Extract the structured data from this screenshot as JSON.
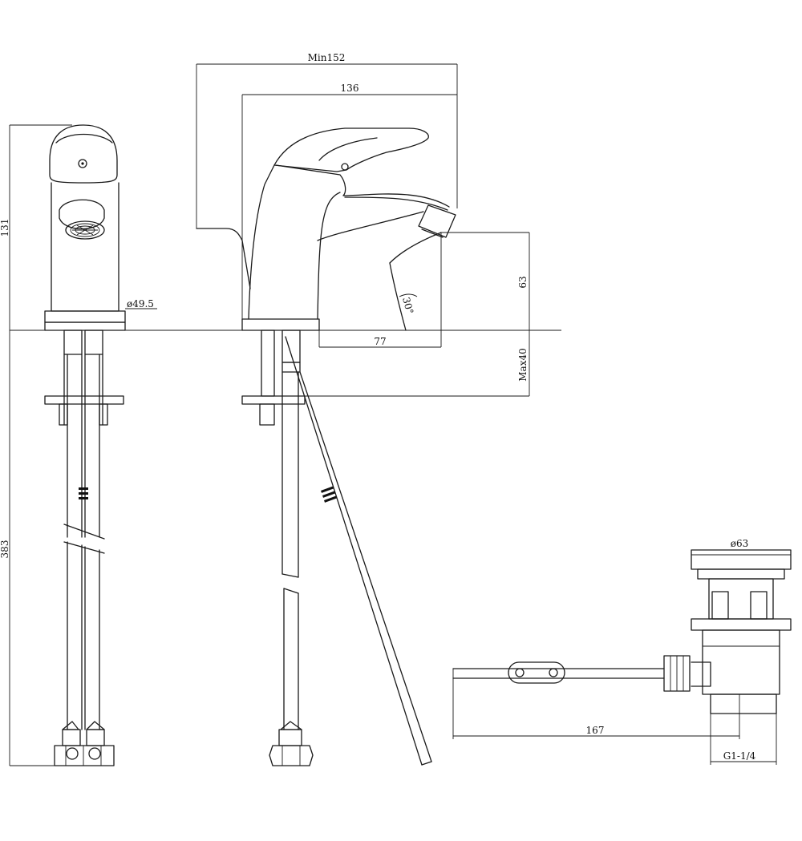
{
  "dimensions": {
    "min152": "Min152",
    "d136": "136",
    "d131": "131",
    "d383": "383",
    "dia49": "ø49.5",
    "d63": "63",
    "d77": "77",
    "max40": "Max40",
    "angle30": "30°",
    "dia63": "ø63",
    "d167": "167",
    "g114": "G1-1/4"
  }
}
